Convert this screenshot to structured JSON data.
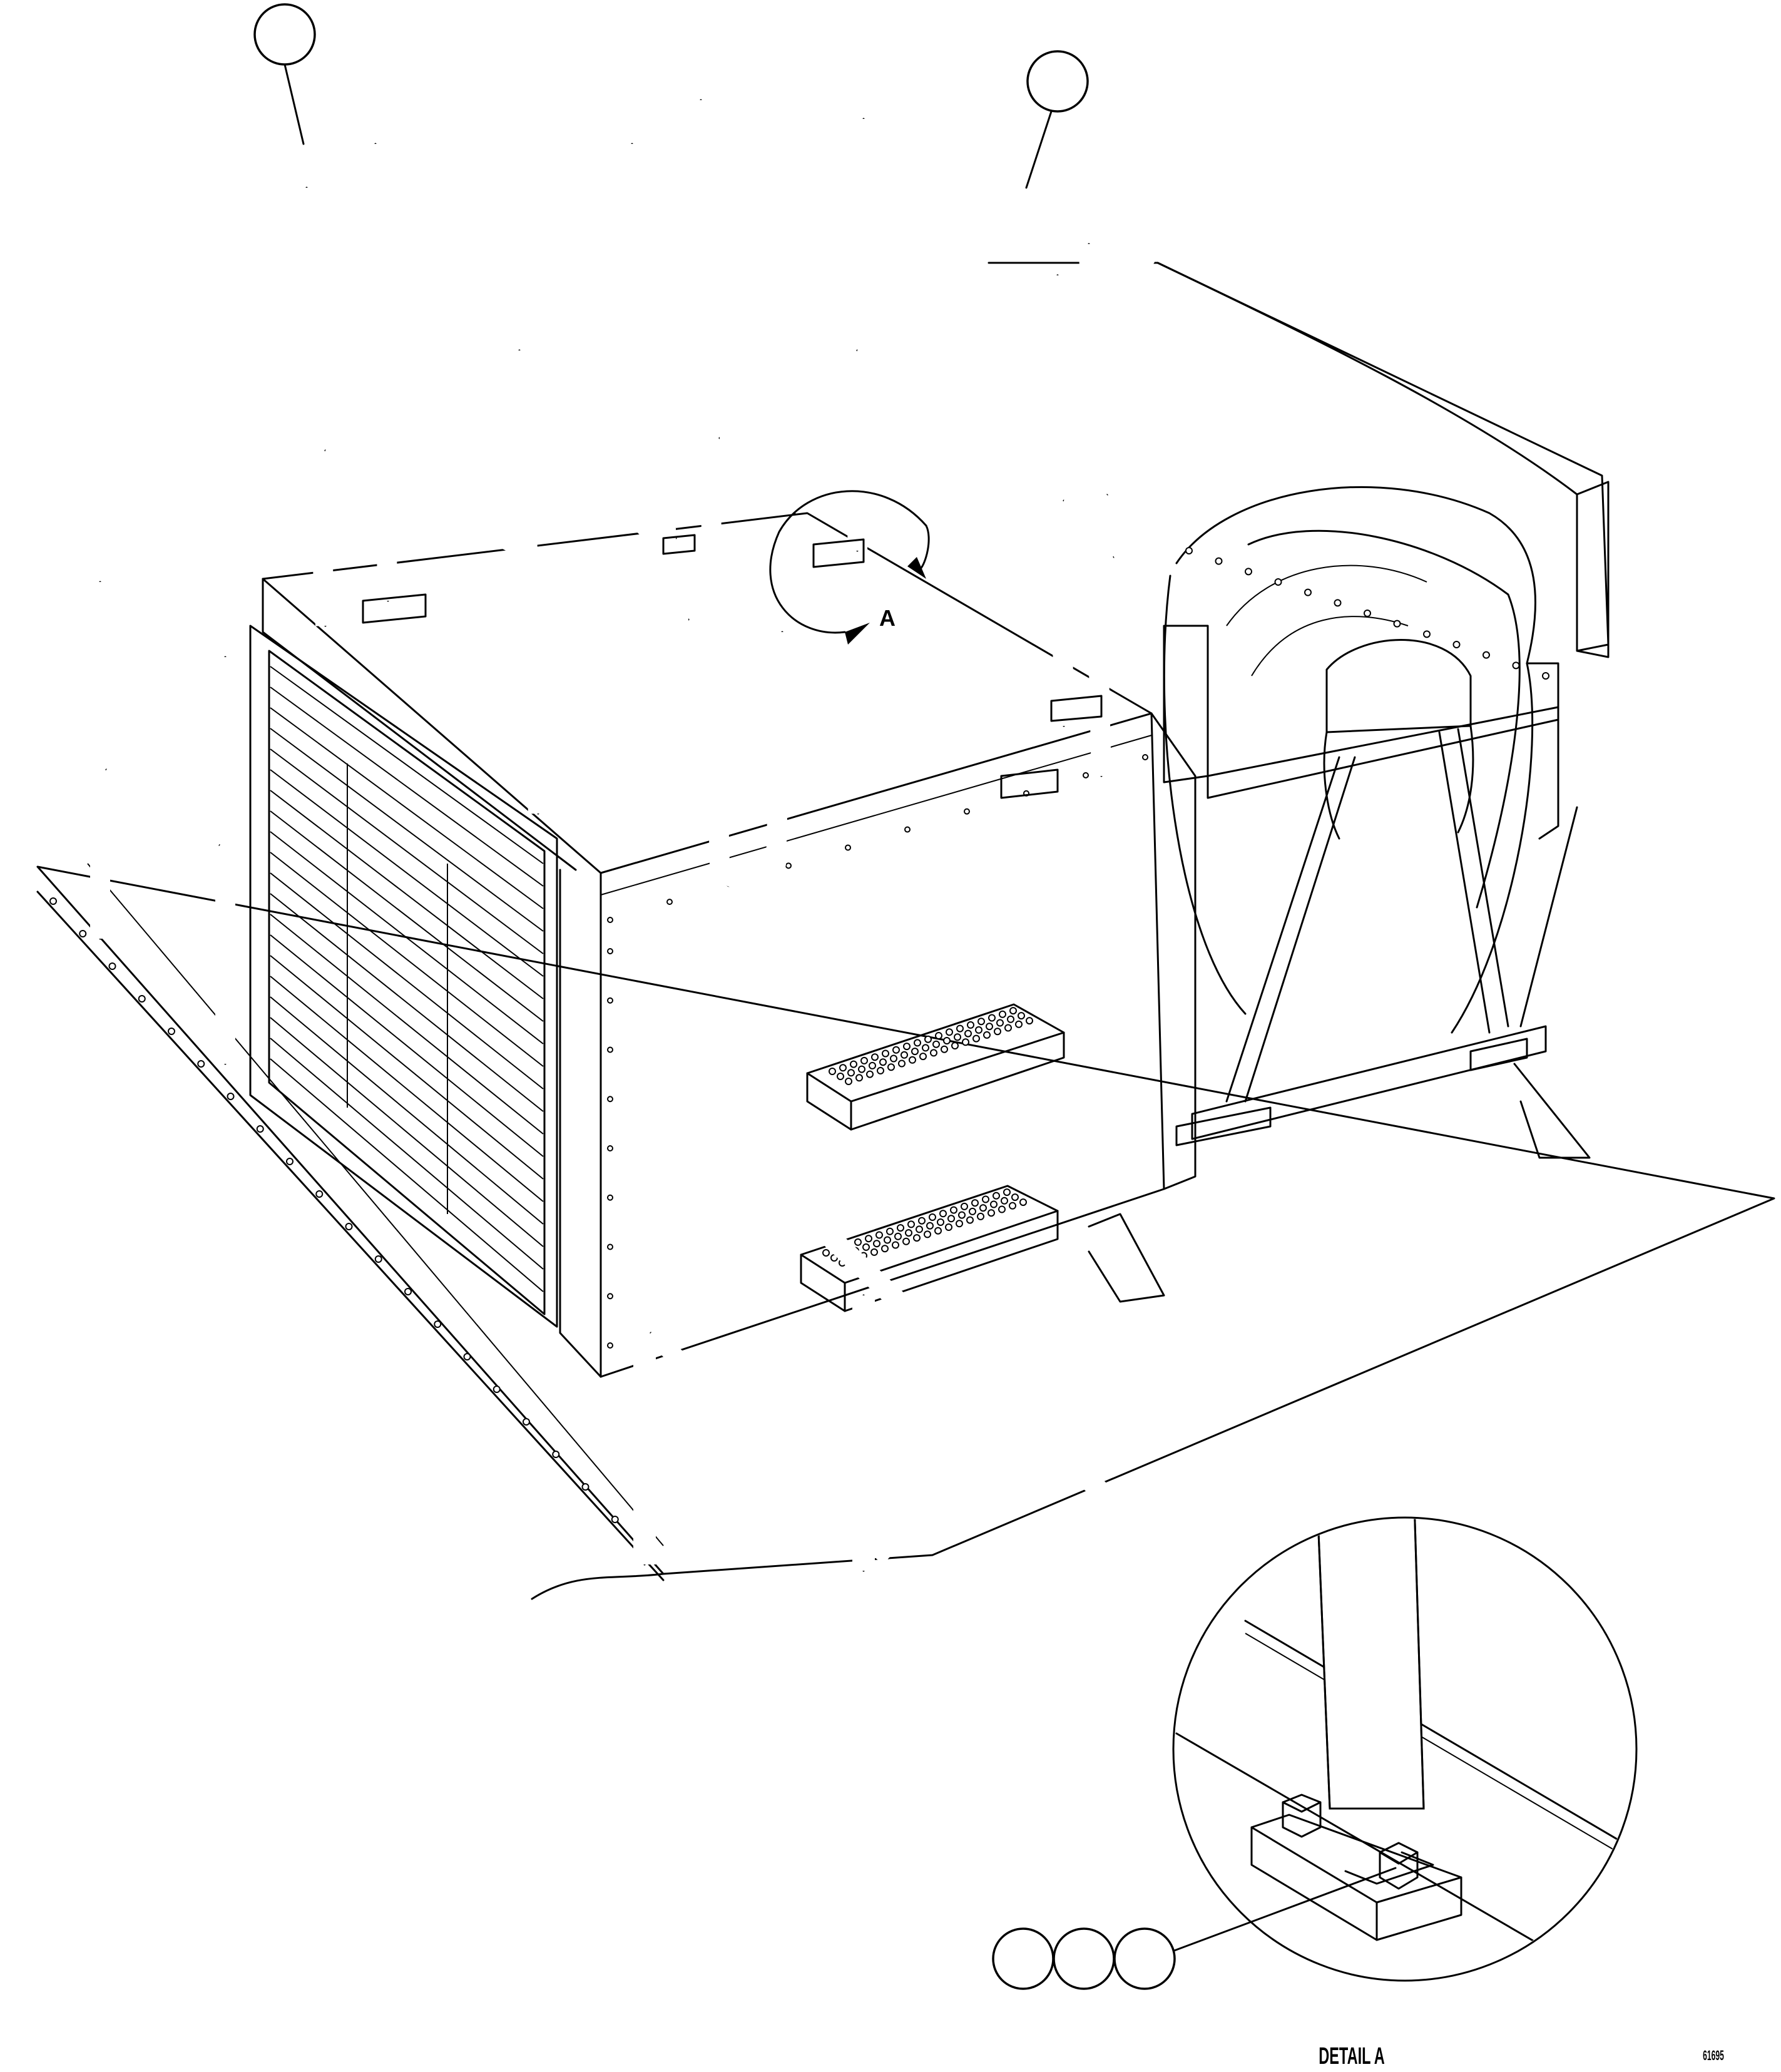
{
  "detail": {
    "marker_label": "A",
    "caption": "DETAIL A"
  },
  "figure_code": "61695",
  "callouts": [
    {
      "id": "callout-upper-left",
      "text": ""
    },
    {
      "id": "callout-upper-right",
      "text": ""
    },
    {
      "id": "callout-detail-1",
      "text": ""
    },
    {
      "id": "callout-detail-2",
      "text": ""
    },
    {
      "id": "callout-detail-3",
      "text": ""
    }
  ]
}
